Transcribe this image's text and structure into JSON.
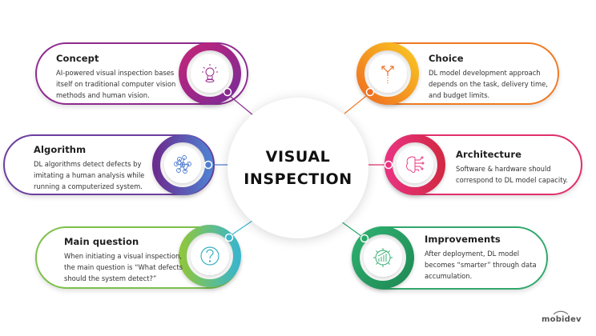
{
  "center": {
    "line1": "VISUAL",
    "line2": "INSPECTION"
  },
  "items": [
    {
      "key": "concept",
      "title": "Concept",
      "lines": [
        "AI-powered visual inspection bases",
        "itself  on traditional computer vision",
        "methods and human vision."
      ],
      "icon": "lightbulb-icon",
      "colors": [
        "#c2267a",
        "#7a2a96"
      ]
    },
    {
      "key": "choice",
      "title": "Choice",
      "lines": [
        "DL model development approach",
        "depends on the task, delivery time,",
        "and budget limits."
      ],
      "icon": "fork-arrows-icon",
      "colors": [
        "#f9c623",
        "#ef6d22"
      ]
    },
    {
      "key": "algorithm",
      "title": "Algorithm",
      "lines": [
        "DL algorithms detect defects by",
        "imitating a human analysis while",
        "running a computerized system."
      ],
      "icon": "neural-network-icon",
      "colors": [
        "#6b2d91",
        "#4f7ed0"
      ]
    },
    {
      "key": "architecture",
      "title": "Architecture",
      "lines": [
        "Software & hardware should",
        "correspond to DL model capacity."
      ],
      "icon": "circuit-brain-icon",
      "colors": [
        "#e8317f",
        "#d22a45"
      ]
    },
    {
      "key": "main_question",
      "title": "Main question",
      "lines": [
        "When initiating a visual inspection,",
        "the main question is “What defects",
        "should the system detect?”"
      ],
      "icon": "question-mark-icon",
      "colors": [
        "#8dc63f",
        "#3bb6c9"
      ]
    },
    {
      "key": "improvements",
      "title": "Improvements",
      "lines": [
        "After deployment, DL model",
        "becomes “smarter” through data",
        "accumulation."
      ],
      "icon": "gear-chart-icon",
      "colors": [
        "#2aa86a",
        "#1f8a55"
      ]
    }
  ],
  "brand": {
    "logo_text": "mobidev"
  }
}
